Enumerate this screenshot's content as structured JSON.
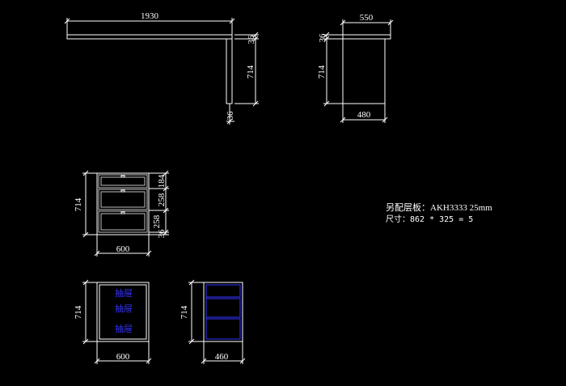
{
  "top_view": {
    "width_label": "1930",
    "thickness_label": "36",
    "height_label": "714",
    "bottom_label": "36"
  },
  "side_view": {
    "top_width_label": "550",
    "thickness_label": "36",
    "height_label": "714",
    "bottom_width_label": "480"
  },
  "drawer_front": {
    "height_label": "714",
    "width_label": "600",
    "segments": [
      "184",
      "258",
      "258"
    ],
    "small_label": "36"
  },
  "drawer_open_front": {
    "height_label": "714",
    "width_label": "600",
    "drawer_labels": [
      "抽屉",
      "抽屉",
      "抽屉"
    ]
  },
  "drawer_side": {
    "height_label": "714",
    "width_label": "460"
  },
  "notes": {
    "line1": "另配层板：AKH3333  25mm",
    "line2": "尺寸：862 * 325 = 5"
  }
}
